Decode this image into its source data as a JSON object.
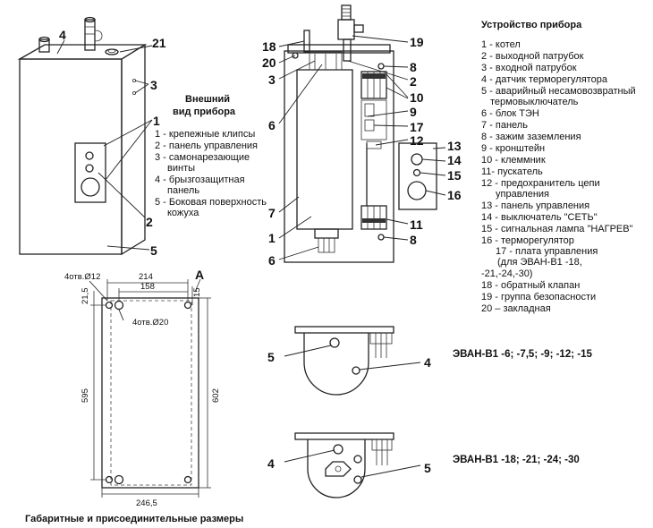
{
  "external_view": {
    "title_line1": "Внешний",
    "title_line2": "вид прибора",
    "legend": [
      "1 - крепежные клипсы",
      "2 - панель управления",
      "3 - самонарезающие",
      "винты",
      "4 - брызгозащитная",
      "панель",
      "5 - Боковая поверхность",
      "кожуха"
    ]
  },
  "device": {
    "title": "Устройство прибора",
    "legend": [
      "1 - котел",
      "2 - выходной патрубок",
      "3 - входной патрубок",
      "4 - датчик терморегулятора",
      "5 - аварийный несамовозвратный",
      "термовыключатель",
      "6 - блок ТЭН",
      "7 - панель",
      "8 - зажим заземления",
      "9 - кронштейн",
      "10 - клеммник",
      "11- пускатель",
      "12 - предохранитель цепи",
      "управления",
      "13 - панель управления",
      "14 - выключатель \"СЕТЬ\"",
      "15 - сигнальная лампа \"НАГРЕВ\"",
      "16 - терморегулятор",
      "17 - плата управления",
      "(для ЭВАН-В1 -18,",
      "-21,-24,-30)",
      "18 - обратный клапан",
      "19 - группа безопасности",
      "20 – закладная"
    ]
  },
  "dimensions": {
    "caption": "Габаритные и присоединительные размеры",
    "holes_top": "4отв.Ø12",
    "holes_inner": "4отв.Ø20",
    "width_outer": "214",
    "width_inner": "158",
    "height_left": "595",
    "height_right": "602",
    "offset_left": "21,5",
    "offset_right": "15",
    "width_bottom": "246,5",
    "view_letter": "A"
  },
  "variants": {
    "small": "ЭВАН-В1 -6; -7,5; -9; -12; -15",
    "large": "ЭВАН-В1 -18; -21; -24; -30"
  },
  "callouts": {
    "n1": "1",
    "n2": "2",
    "n3": "3",
    "n4": "4",
    "n5": "5",
    "n6": "6",
    "n7": "7",
    "n8": "8",
    "n9": "9",
    "n10": "10",
    "n11": "11",
    "n12": "12",
    "n13": "13",
    "n14": "14",
    "n15": "15",
    "n16": "16",
    "n17": "17",
    "n18": "18",
    "n19": "19",
    "n20": "20",
    "n21": "21"
  }
}
